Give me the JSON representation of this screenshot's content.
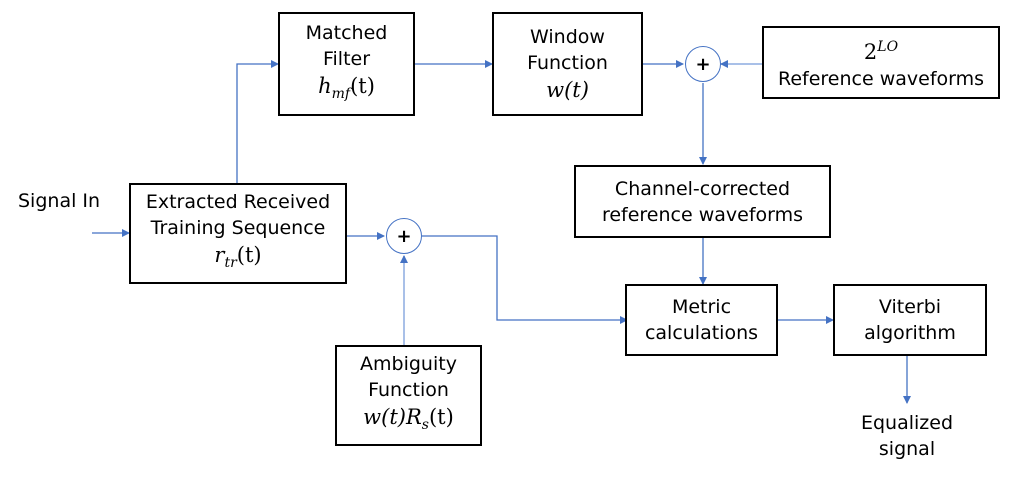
{
  "colors": {
    "connector": "#4472c4",
    "box_border": "#000000"
  },
  "input_label": "Signal In",
  "output_label": [
    "Equalized",
    "signal"
  ],
  "blocks": {
    "extracted": {
      "lines": [
        "Extracted Received",
        "Training Sequence"
      ],
      "math": "r",
      "math_sub": "tr",
      "math_tail": "(t)"
    },
    "matched_filter": {
      "lines": [
        "Matched",
        "Filter"
      ],
      "math": "h",
      "math_sub": "mf",
      "math_tail": "(t)"
    },
    "window_function": {
      "lines": [
        "Window",
        "Function"
      ],
      "math": "w(t)"
    },
    "reference": {
      "math": "2",
      "math_sup": "LO",
      "lines": [
        "Reference waveforms"
      ]
    },
    "channel_corrected": {
      "lines": [
        "Channel-corrected",
        "reference waveforms"
      ]
    },
    "ambiguity": {
      "lines": [
        "Ambiguity",
        "Function"
      ],
      "math": "w(t)R",
      "math_sub": "s",
      "math_tail": "(t)"
    },
    "metric": {
      "lines": [
        "Metric",
        "calculations"
      ]
    },
    "viterbi": {
      "lines": [
        "Viterbi",
        "algorithm"
      ]
    }
  },
  "summing_junctions": {
    "symbol": "+"
  }
}
